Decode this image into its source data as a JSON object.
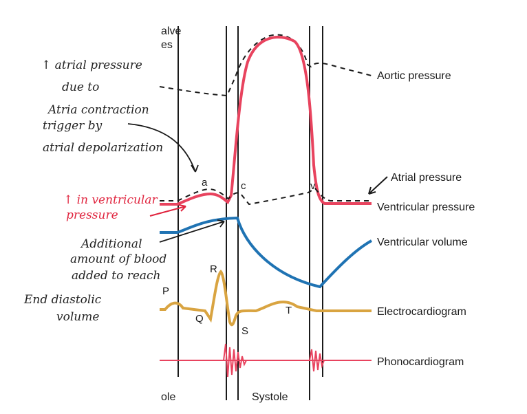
{
  "header": {
    "top_text_1": "alve",
    "top_text_2": "es"
  },
  "curve_labels": {
    "aortic": "Aortic pressure",
    "atrial": "Atrial pressure",
    "ventricular_pressure": "Ventricular pressure",
    "ventricular_volume": "Ventricular volume",
    "ecg": "Electrocardiogram",
    "phono": "Phonocardiogram"
  },
  "wave_letters": {
    "a": "a",
    "c": "c",
    "v": "v",
    "P": "P",
    "Q": "Q",
    "R": "R",
    "S": "S",
    "T": "T"
  },
  "footer": {
    "left_phase": "ole",
    "systole": "Systole"
  },
  "handwritten_notes": {
    "note1": [
      "↑ atrial pressure",
      "due to",
      "Atria contraction",
      "trigger by",
      "atrial depolarization"
    ],
    "note2_red": [
      "↑ in ventricular",
      "pressure"
    ],
    "note3": [
      "Additional",
      "amount of blood",
      "added to reach"
    ],
    "note4": [
      "End diastolic",
      "volume"
    ]
  },
  "colors": {
    "ventricular_pressure": "#e8435e",
    "ventricular_volume": "#1f73b3",
    "ecg": "#d9a441",
    "phono": "#e8435e",
    "annotation_red": "#e0243e",
    "lines": "#1a1a1a"
  }
}
